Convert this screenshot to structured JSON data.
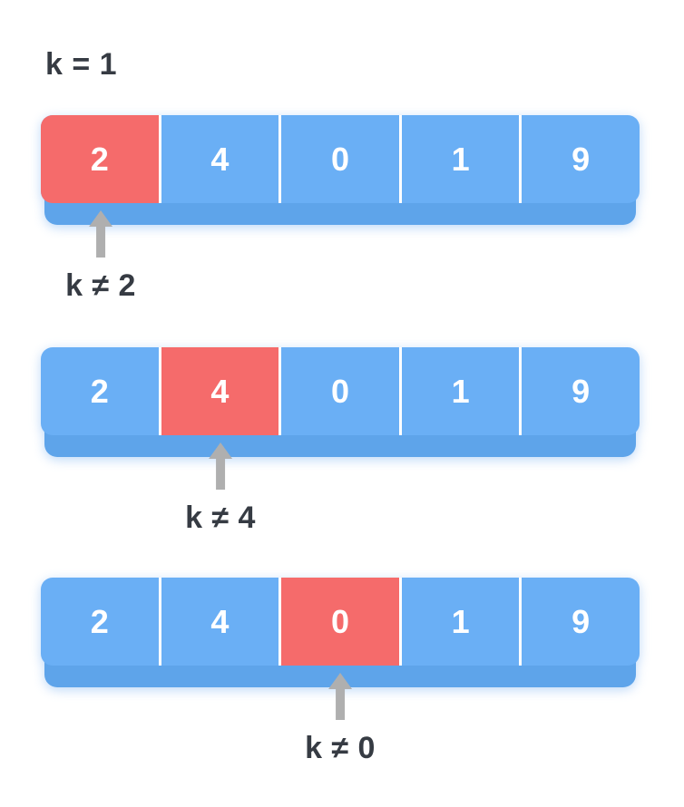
{
  "title": "k = 1",
  "colors": {
    "background": "#ffffff",
    "blue": "#6aaff5",
    "blue_dark": "#5ea4ea",
    "red": "#f56b6b",
    "separator": "#ffffff",
    "cell_text": "#ffffff",
    "arrow": "#afafaf",
    "text": "#363b43"
  },
  "steps": [
    {
      "cells": [
        "2",
        "4",
        "0",
        "1",
        "9"
      ],
      "highlight_index": 0,
      "label": "k ≠ 2"
    },
    {
      "cells": [
        "2",
        "4",
        "0",
        "1",
        "9"
      ],
      "highlight_index": 1,
      "label": "k ≠ 4"
    },
    {
      "cells": [
        "2",
        "4",
        "0",
        "1",
        "9"
      ],
      "highlight_index": 2,
      "label": "k ≠ 0"
    }
  ]
}
